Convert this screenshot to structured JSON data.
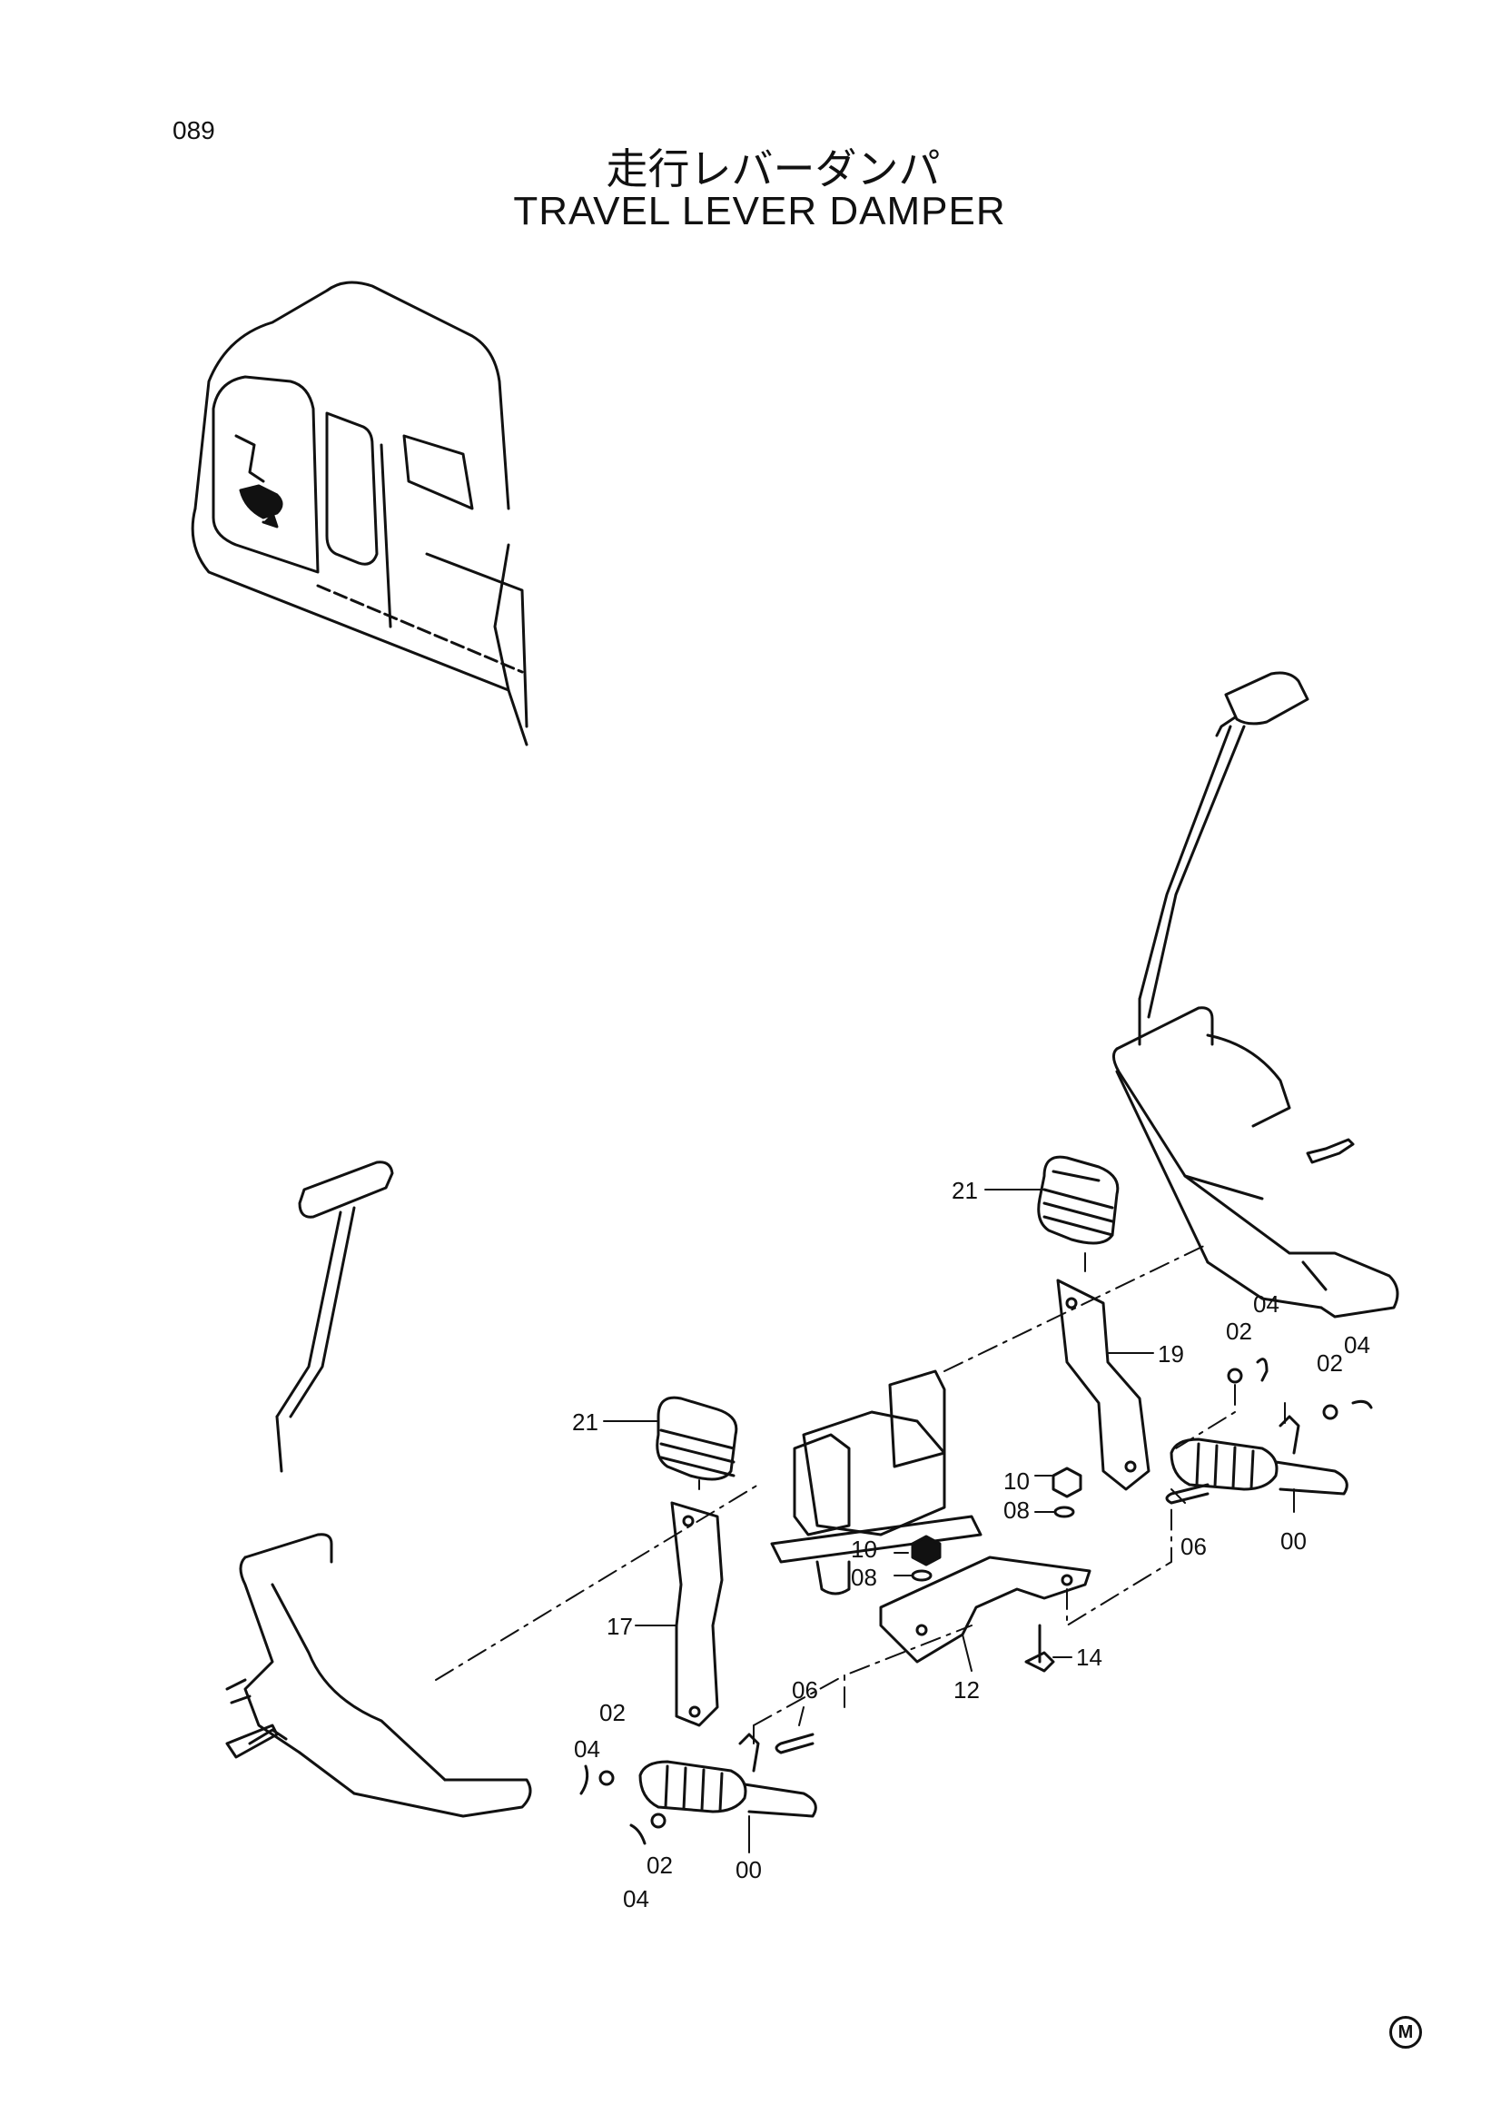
{
  "page_number": "089",
  "title_jp": "走行レバーダンパ",
  "title_en": "TRAVEL LEVER DAMPER",
  "mark": "M",
  "callouts": {
    "c21_top": "21",
    "c19": "19",
    "c02_r1": "02",
    "c04_r1": "04",
    "c02_r2": "02",
    "c04_r2": "04",
    "c21_left": "21",
    "c10_right": "10",
    "c08_right": "08",
    "c06_right": "06",
    "c00_right": "00",
    "c10_mid": "10",
    "c08_mid": "08",
    "c17": "17",
    "c14": "14",
    "c12": "12",
    "c06_left": "06",
    "c02_l1": "02",
    "c04_l1": "04",
    "c02_l2": "02",
    "c04_l2": "04",
    "c00_left": "00"
  }
}
